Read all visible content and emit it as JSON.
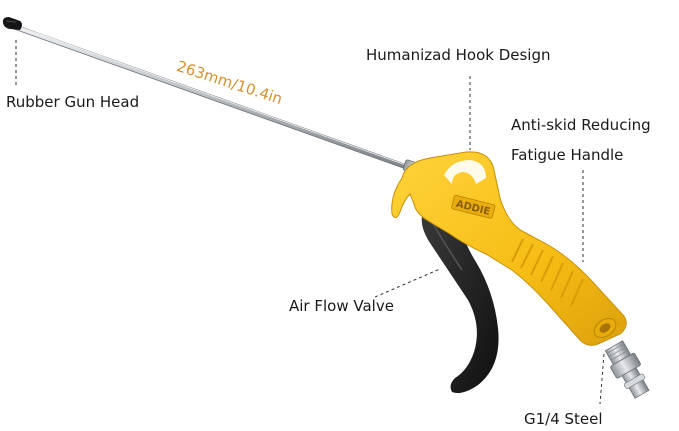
{
  "labels": {
    "rubber_gun_head": "Rubber Gun Head",
    "hook_design": "Humanizad Hook Design",
    "anti_skid_line1": "Anti-skid Reducing",
    "anti_skid_line2": "Fatigue Handle",
    "air_flow_valve": "Air Flow Valve",
    "steel_connector": "G1/4 Steel",
    "dimension": "263mm/10.4in"
  },
  "logo_text": "ADDIE",
  "colors": {
    "handle": "#f7c21b",
    "handle_shadow": "#e3a80f",
    "trigger": "#1b1b1b",
    "nozzle": "#c9ccd0",
    "dimension_text": "#d9902a",
    "leader_line": "#333333"
  }
}
